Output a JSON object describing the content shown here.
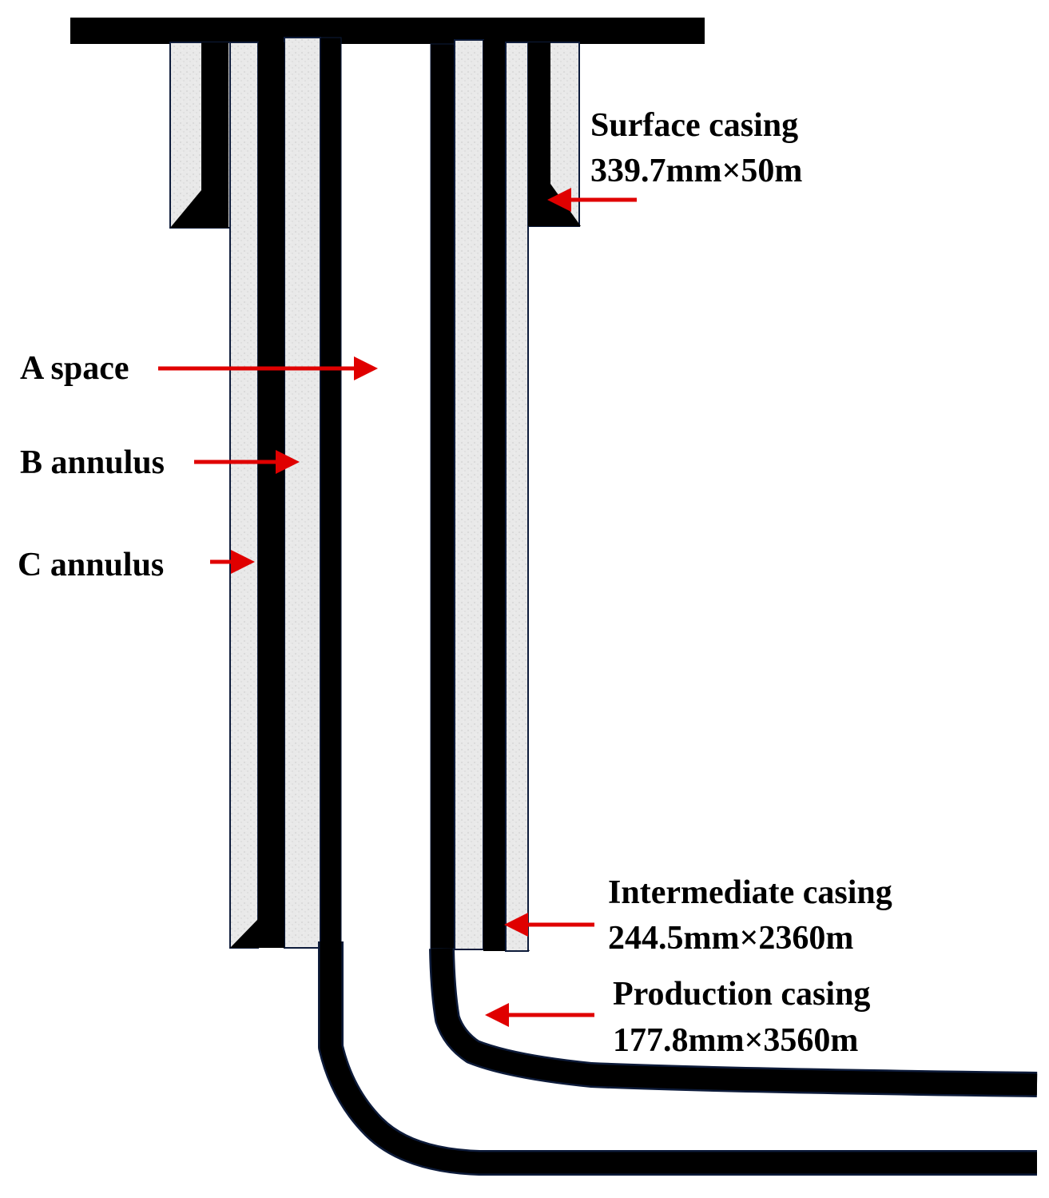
{
  "colors": {
    "casing": "#000000",
    "cement": "#e8e8e8",
    "arrow": "#e00000",
    "outline": "#0d1b3a"
  },
  "labels": {
    "surface_casing_name": "Surface casing",
    "surface_casing_spec": "339.7mm×50m",
    "a_space": "A space",
    "b_annulus": "B annulus",
    "c_annulus": "C annulus",
    "intermediate_casing_name": "Intermediate casing",
    "intermediate_casing_spec": "244.5mm×2360m",
    "production_casing_name": "Production casing",
    "production_casing_spec": "177.8mm×3560m"
  }
}
